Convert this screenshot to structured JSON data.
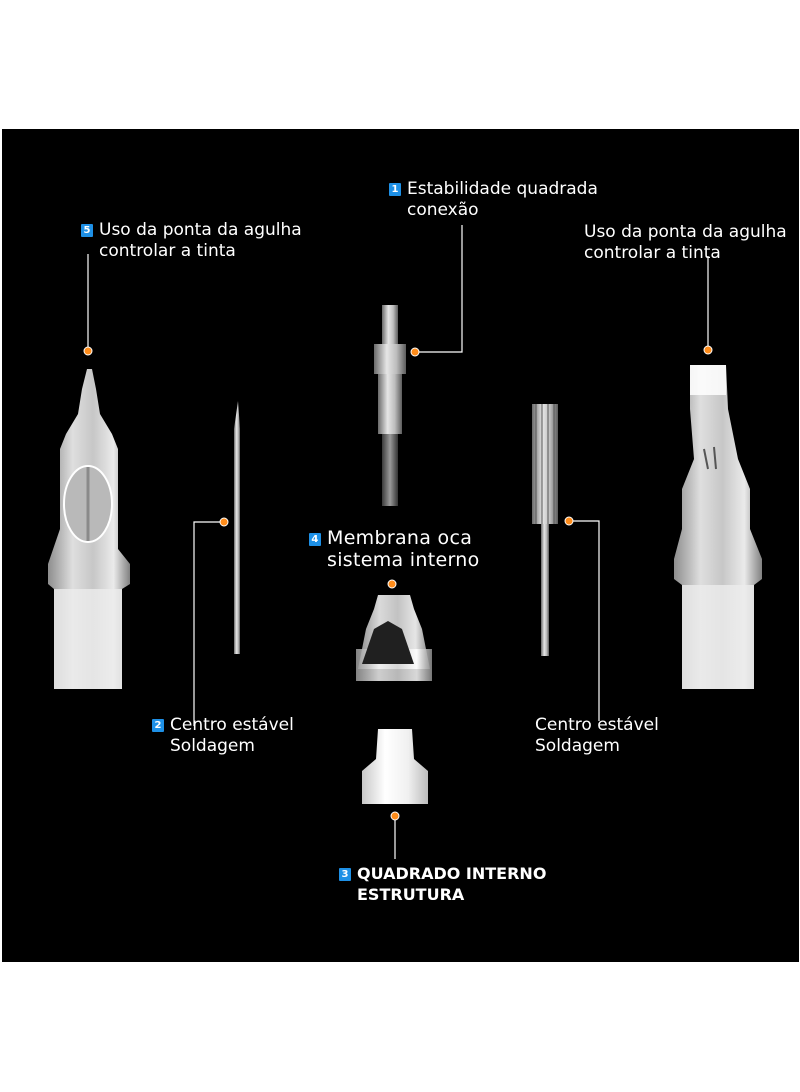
{
  "labels": {
    "l1": {
      "num": "1",
      "line1": "Estabilidade quadrada",
      "line2": "conexão"
    },
    "l5": {
      "num": "5",
      "line1": "Uso da ponta da agulha",
      "line2": "controlar a tinta"
    },
    "l_right_top": {
      "line1": "Uso da ponta da agulha",
      "line2": "controlar a tinta"
    },
    "l4": {
      "num": "4",
      "line1": "Membrana oca",
      "line2": "sistema interno"
    },
    "l2": {
      "num": "2",
      "line1": "Centro estável",
      "line2": "Soldagem"
    },
    "l_right_mid": {
      "line1": "Centro estável",
      "line2": "Soldagem"
    },
    "l3": {
      "num": "3",
      "line1": "QUADRADO INTERNO",
      "line2": "ESTRUTURA"
    }
  },
  "colors": {
    "background": "#000000",
    "badge": "#1e90e6",
    "marker": "#ff8c1a",
    "text": "#ffffff"
  }
}
